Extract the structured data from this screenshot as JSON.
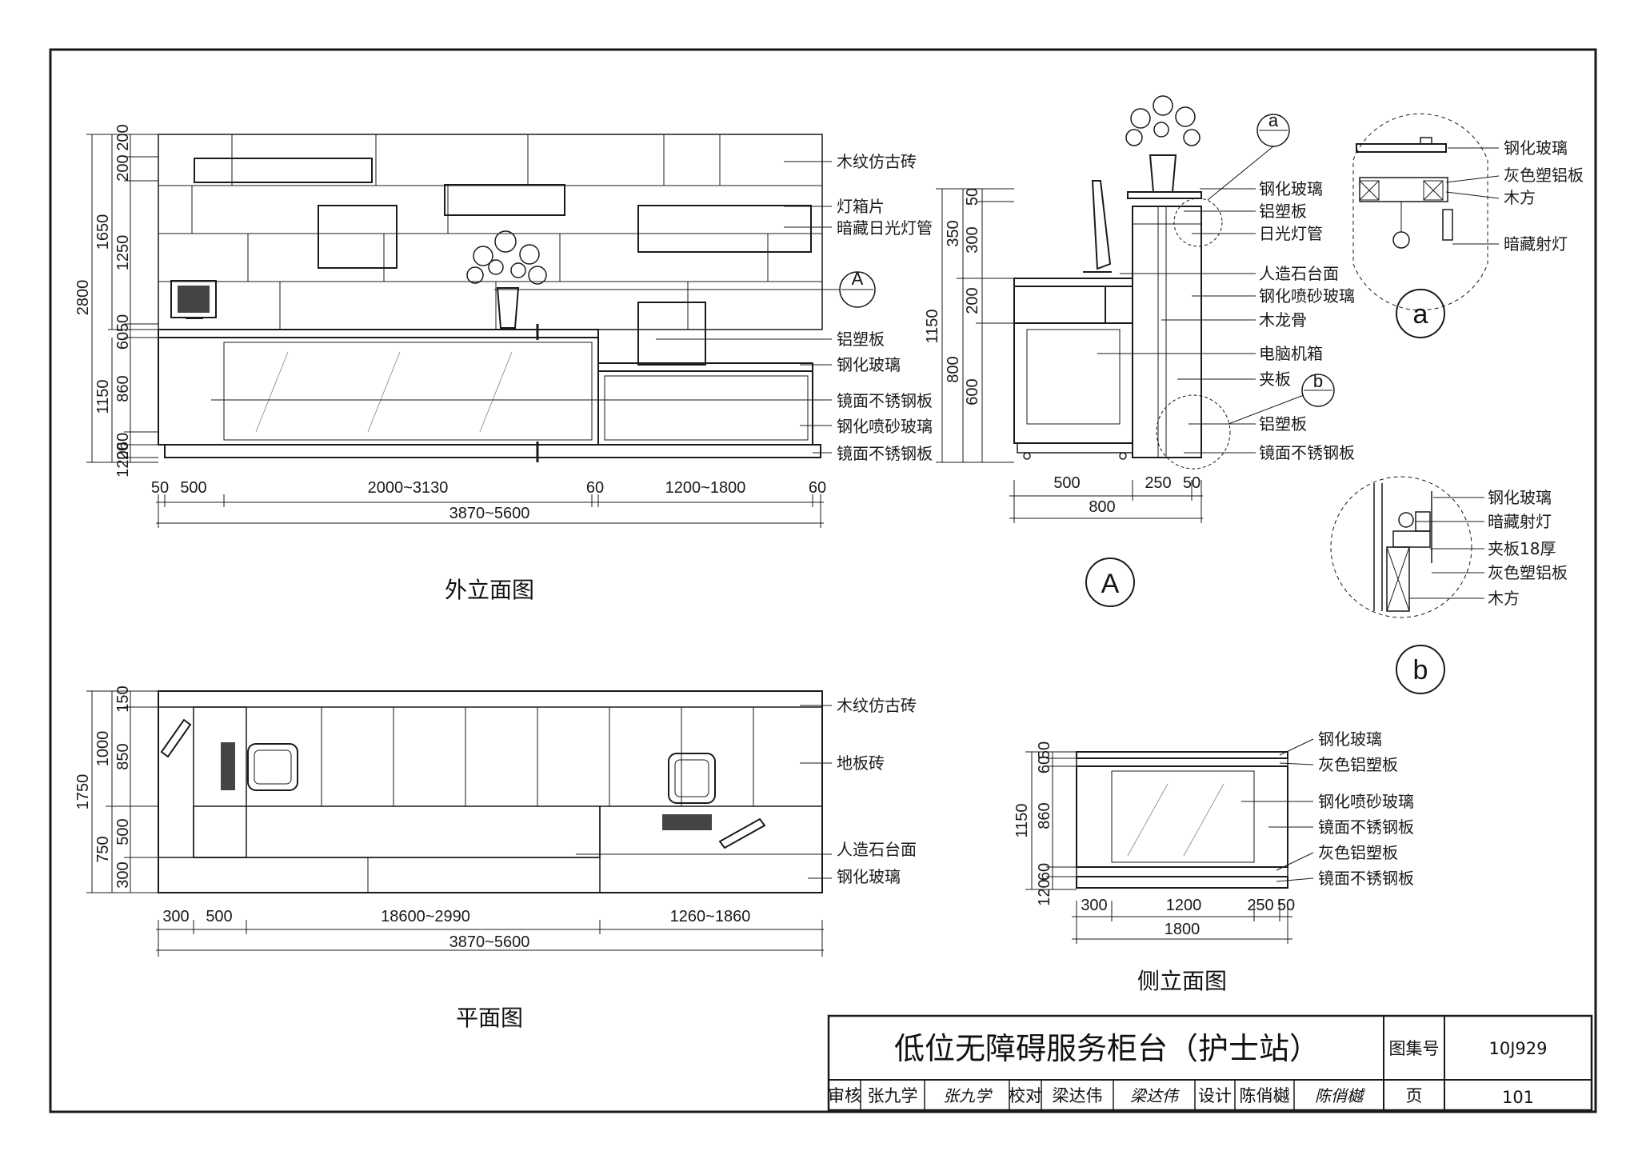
{
  "drawing": {
    "titles": {
      "front_elevation": "外立面图",
      "plan": "平面图",
      "side_elevation": "侧立面图",
      "detail_A": "A",
      "detail_a": "a",
      "detail_b": "b"
    },
    "front_elevation": {
      "height_dims": [
        "2800",
        "1650",
        "200",
        "200",
        "1250",
        "60",
        "50",
        "1150",
        "860",
        "60",
        "120",
        "20"
      ],
      "width_dims": [
        "50",
        "500",
        "2000~3130",
        "60",
        "1200~1800",
        "60"
      ],
      "total_width": "3870~5600",
      "section_marker": "A",
      "labels": [
        "木纹仿古砖",
        "灯箱片",
        "暗藏日光灯管",
        "铝塑板",
        "钢化玻璃",
        "镜面不锈钢板",
        "钢化喷砂玻璃",
        "镜面不锈钢板"
      ]
    },
    "section_A": {
      "height_dims": [
        "1150",
        "350",
        "50",
        "300",
        "200",
        "800",
        "600"
      ],
      "width_dims": [
        "500",
        "250",
        "50"
      ],
      "total_width": "800",
      "detail_markers": [
        "a",
        "b"
      ],
      "labels": [
        "钢化玻璃",
        "铝塑板",
        "日光灯管",
        "人造石台面",
        "钢化喷砂玻璃",
        "木龙骨",
        "电脑机箱",
        "夹板",
        "铝塑板",
        "镜面不锈钢板"
      ]
    },
    "detail_a": {
      "labels": [
        "钢化玻璃",
        "灰色塑铝板",
        "木方",
        "暗藏射灯"
      ]
    },
    "detail_b": {
      "labels": [
        "钢化玻璃",
        "暗藏射灯",
        "夹板18厚",
        "灰色塑铝板",
        "木方"
      ]
    },
    "plan": {
      "height_dims": [
        "1750",
        "150",
        "1000",
        "850",
        "750",
        "500",
        "300"
      ],
      "width_dims": [
        "300",
        "500",
        "18600~2990",
        "1260~1860"
      ],
      "total_width": "3870~5600",
      "labels": [
        "木纹仿古砖",
        "地板砖",
        "人造石台面",
        "钢化玻璃"
      ]
    },
    "side_elevation": {
      "height_dims": [
        "1150",
        "60",
        "50",
        "860",
        "60",
        "120"
      ],
      "width_dims": [
        "300",
        "1200",
        "250",
        "50"
      ],
      "total_width": "1800",
      "labels": [
        "钢化玻璃",
        "灰色铝塑板",
        "钢化喷砂玻璃",
        "镜面不锈钢板",
        "灰色铝塑板",
        "镜面不锈钢板"
      ]
    }
  },
  "title_block": {
    "title": "低位无障碍服务柜台（护士站）",
    "atlas_label": "图集号",
    "atlas_no": "10J929",
    "review_label": "审核",
    "reviewer": "张九学",
    "reviewer_sign": "张九学",
    "check_label": "校对",
    "checker": "梁达伟",
    "checker_sign": "梁达伟",
    "design_label": "设计",
    "designer": "陈俏樾",
    "designer_sign": "陈俏樾",
    "page_label": "页",
    "page_no": "101"
  }
}
